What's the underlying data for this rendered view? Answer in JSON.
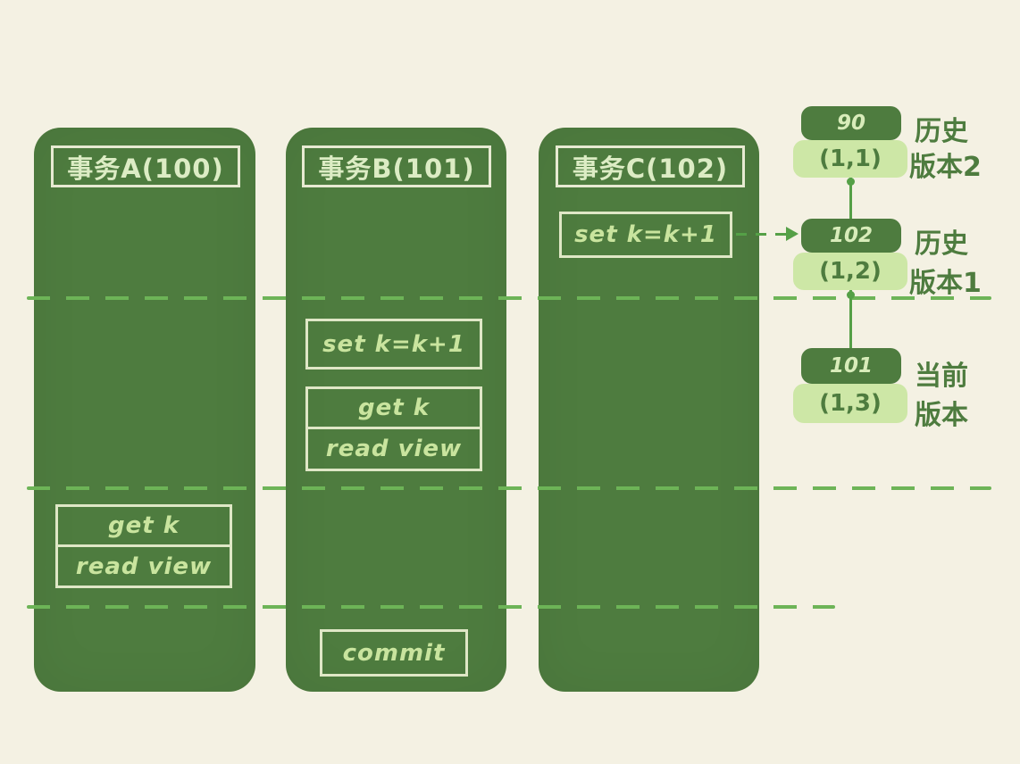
{
  "transactions": {
    "a": {
      "title": "事务A(100)",
      "op_get": "get k",
      "op_read_view": "read view"
    },
    "b": {
      "title": "事务B(101)",
      "op_set": "set k=k+1",
      "op_get": "get k",
      "op_read_view": "read view",
      "op_commit": "commit"
    },
    "c": {
      "title": "事务C(102)",
      "op_set": "set k=k+1"
    }
  },
  "versions": {
    "history2": {
      "trx_id": "90",
      "value": "(1,1)",
      "label_line1": "历史",
      "label_line2": "版本2"
    },
    "history1": {
      "trx_id": "102",
      "value": "(1,2)",
      "label_line1": "历史",
      "label_line2": "版本1"
    },
    "current": {
      "trx_id": "101",
      "value": "(1,3)",
      "label_line1": "当前",
      "label_line2": "版本"
    }
  },
  "colors": {
    "background": "#f4f1e3",
    "panel_green": "#4e7c3f",
    "light_green": "#cde7a6",
    "dash_green": "#6db457",
    "connector_green": "#55a047",
    "box_text": "#c9e49e"
  }
}
